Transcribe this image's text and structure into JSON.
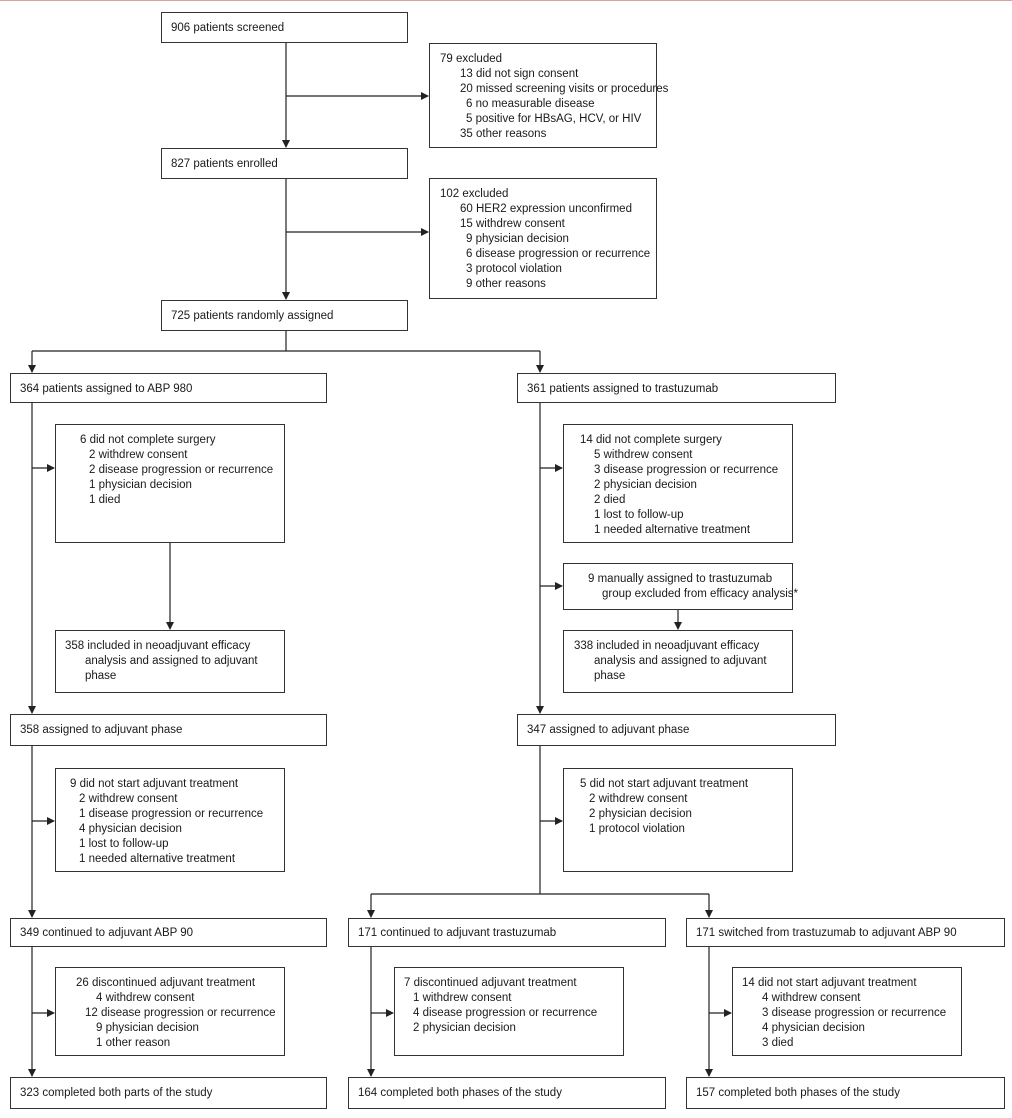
{
  "b_screened": "906 patients screened",
  "ex1": {
    "title": "79 excluded",
    "items": [
      {
        "n": "13",
        "t": "did not sign consent"
      },
      {
        "n": "20",
        "t": "missed screening visits or procedures"
      },
      {
        "n": "6",
        "t": "no measurable disease"
      },
      {
        "n": "5",
        "t": "positive for HBsAG, HCV, or HIV"
      },
      {
        "n": "35",
        "t": "other reasons"
      }
    ]
  },
  "b_enrolled": "827 patients enrolled",
  "ex2": {
    "title": "102 excluded",
    "items": [
      {
        "n": "60",
        "t": "HER2 expression unconfirmed"
      },
      {
        "n": "15",
        "t": "withdrew consent"
      },
      {
        "n": "9",
        "t": "physician decision"
      },
      {
        "n": "6",
        "t": "disease progression or recurrence"
      },
      {
        "n": "3",
        "t": "protocol violation"
      },
      {
        "n": "9",
        "t": "other reasons"
      }
    ]
  },
  "b_random": "725 patients randomly assigned",
  "b_abp": "364 patients assigned to ABP 980",
  "b_tras": "361 patients assigned to trastuzumab",
  "abp_nosurg": {
    "title": "6 did not complete surgery",
    "items": [
      {
        "n": "2",
        "t": "withdrew consent"
      },
      {
        "n": "2",
        "t": "disease progression or recurrence"
      },
      {
        "n": "1",
        "t": "physician decision"
      },
      {
        "n": "1",
        "t": "died"
      }
    ]
  },
  "tras_nosurg": {
    "title": "14 did not complete surgery",
    "items": [
      {
        "n": "5",
        "t": "withdrew consent"
      },
      {
        "n": "3",
        "t": "disease progression or recurrence"
      },
      {
        "n": "2",
        "t": "physician decision"
      },
      {
        "n": "2",
        "t": "died"
      },
      {
        "n": "1",
        "t": "lost to follow-up"
      },
      {
        "n": "1",
        "t": "needed alternative treatment"
      }
    ]
  },
  "tras_manual": {
    "line1": "9 manually assigned to trastuzumab",
    "line2": "group excluded from efficacy analysis*"
  },
  "abp_neo": {
    "line1": "358 included in neoadjuvant efficacy",
    "line2": "analysis and assigned to adjuvant",
    "line3": "phase"
  },
  "tras_neo": {
    "line1": "338 included in neoadjuvant efficacy",
    "line2": "analysis and assigned to adjuvant",
    "line3": "phase"
  },
  "b_abp_adj": "358 assigned to adjuvant phase",
  "b_tras_adj": "347 assigned to adjuvant phase",
  "abp_nostart": {
    "title": "9 did not start adjuvant treatment",
    "items": [
      {
        "n": "2",
        "t": "withdrew consent"
      },
      {
        "n": "1",
        "t": "disease progression or recurrence"
      },
      {
        "n": "4",
        "t": "physician decision"
      },
      {
        "n": "1",
        "t": "lost to follow-up"
      },
      {
        "n": "1",
        "t": "needed alternative treatment"
      }
    ]
  },
  "tras_nostart": {
    "title": "5 did not start adjuvant treatment",
    "items": [
      {
        "n": "2",
        "t": "withdrew consent"
      },
      {
        "n": "2",
        "t": "physician decision"
      },
      {
        "n": "1",
        "t": "protocol violation"
      }
    ]
  },
  "b_cont_abp": "349 continued to adjuvant ABP 90",
  "b_cont_tras": "171 continued to adjuvant trastuzumab",
  "b_switch": "171 switched from trastuzumab to adjuvant ABP 90",
  "abp_disc": {
    "title": "26 discontinued adjuvant treatment",
    "items": [
      {
        "n": "4",
        "t": "withdrew consent"
      },
      {
        "n": "12",
        "t": "disease progression or recurrence"
      },
      {
        "n": "9",
        "t": "physician decision"
      },
      {
        "n": "1",
        "t": "other reason"
      }
    ]
  },
  "tras_disc": {
    "title": "7 discontinued adjuvant treatment",
    "items": [
      {
        "n": "1",
        "t": "withdrew consent"
      },
      {
        "n": "4",
        "t": "disease progression or recurrence"
      },
      {
        "n": "2",
        "t": "physician decision"
      }
    ]
  },
  "switch_nostart": {
    "title": "14 did not start adjuvant treatment",
    "items": [
      {
        "n": "4",
        "t": "withdrew consent"
      },
      {
        "n": "3",
        "t": "disease progression or recurrence"
      },
      {
        "n": "4",
        "t": "physician decision"
      },
      {
        "n": "3",
        "t": "died"
      }
    ]
  },
  "b_done_abp": "323 completed both parts of the study",
  "b_done_tras": "164 completed both phases of the study",
  "b_done_switch": "157 completed both phases of the study"
}
